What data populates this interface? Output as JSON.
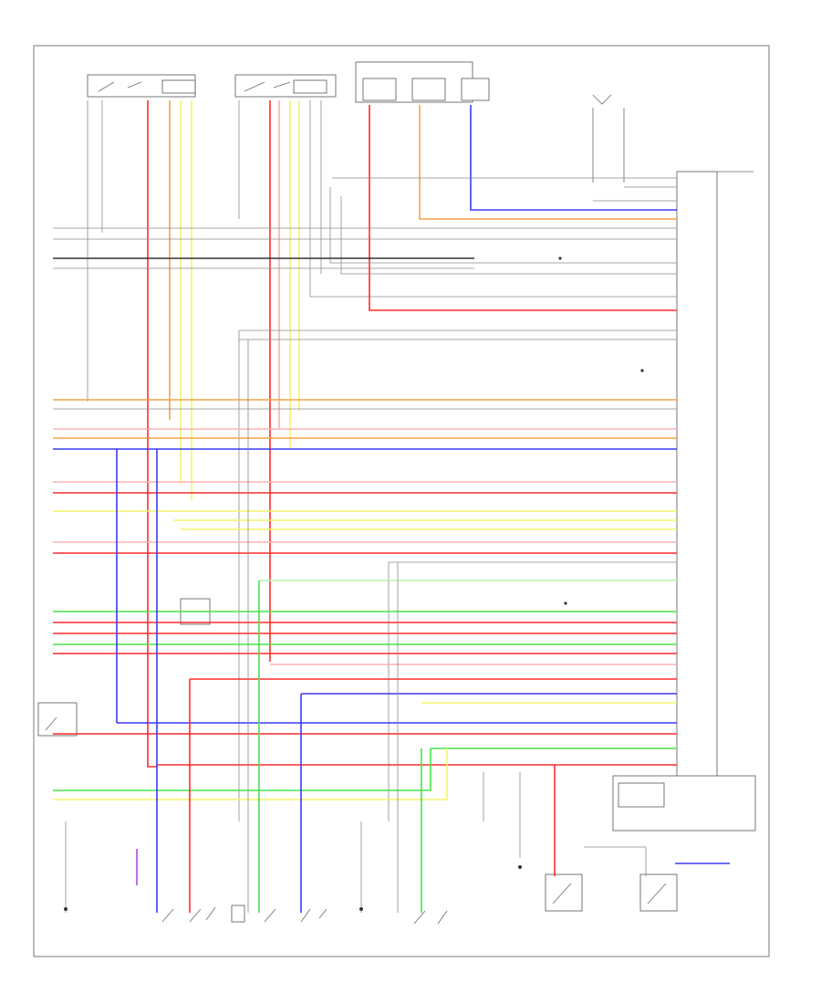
{
  "colors": {
    "red": "#ff2b2b",
    "yellow": "#f3f36a",
    "green": "#49e349",
    "blue": "#3a3af5",
    "orange": "#f4a347",
    "pink": "#ffb0b0",
    "gray": "#7a7a7a",
    "black": "#333333",
    "light_green": "#b9f2a8",
    "violet": "#b04cd8"
  },
  "wires": [
    {
      "id": "w01",
      "color": "black"
    },
    {
      "id": "w02",
      "color": "gray"
    },
    {
      "id": "w03",
      "color": "orange"
    },
    {
      "id": "w04",
      "color": "blue"
    },
    {
      "id": "w05",
      "color": "red"
    },
    {
      "id": "w06",
      "color": "yellow"
    },
    {
      "id": "w07",
      "color": "green"
    },
    {
      "id": "w08",
      "color": "pink"
    },
    {
      "id": "w09",
      "color": "violet"
    },
    {
      "id": "w10",
      "color": "light_green"
    }
  ]
}
